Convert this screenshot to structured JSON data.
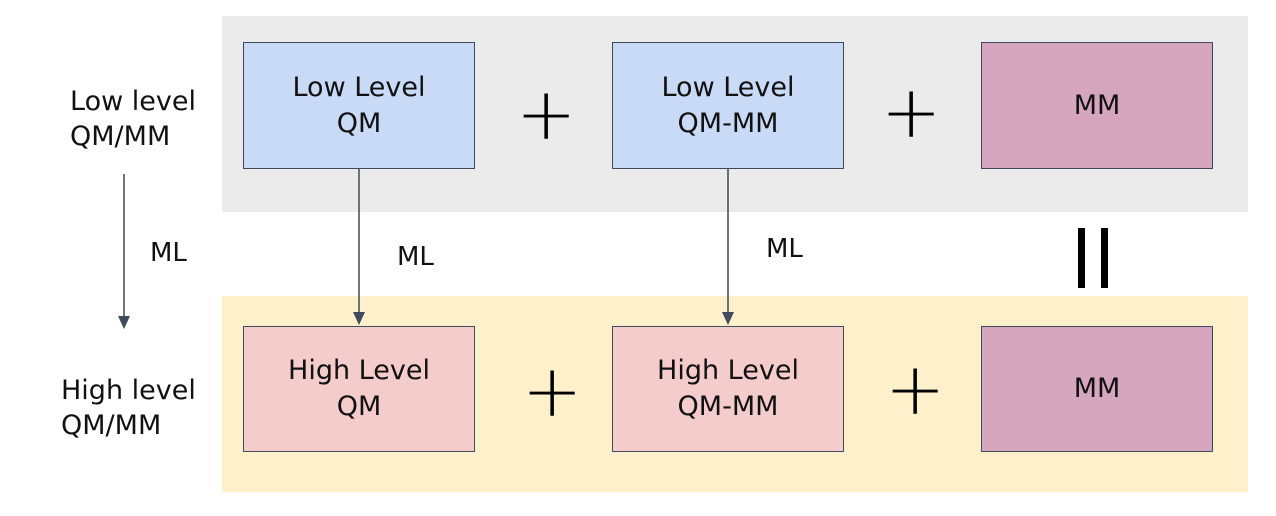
{
  "colors": {
    "low_band_bg": "#ebebeb",
    "high_band_bg": "#fff0cc",
    "low_box_fill": "#c9daf6",
    "high_box_fill": "#f4cccc",
    "mm_box_fill": "#d5a6bd",
    "arrow": "#3f4a5a"
  },
  "rows": {
    "low": {
      "label_line1": "Low level",
      "label_line2": "QM/MM",
      "boxes": [
        {
          "line1": "Low Level",
          "line2": "QM"
        },
        {
          "line1": "Low Level",
          "line2": "QM-MM"
        },
        {
          "line1": "MM",
          "line2": ""
        }
      ],
      "operators": [
        "+",
        "+"
      ]
    },
    "high": {
      "label_line1": "High level",
      "label_line2": "QM/MM",
      "boxes": [
        {
          "line1": "High Level",
          "line2": "QM"
        },
        {
          "line1": "High Level",
          "line2": "QM-MM"
        },
        {
          "line1": "MM",
          "line2": ""
        }
      ],
      "operators": [
        "+",
        "+"
      ]
    }
  },
  "arrows": {
    "side_label": "ML",
    "qm_label": "ML",
    "qmmm_label": "ML"
  },
  "equals_icon": "equals-vertical"
}
